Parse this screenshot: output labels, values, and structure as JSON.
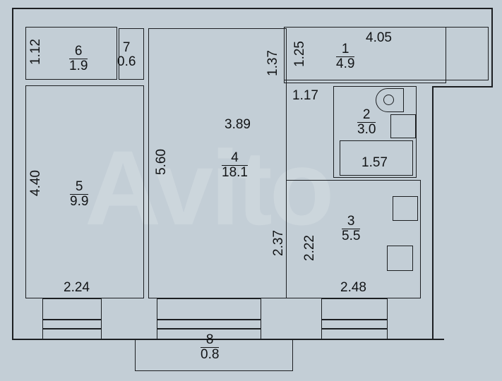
{
  "plan": {
    "watermark": "Avito",
    "rooms": [
      {
        "id": "1",
        "area": "4.9"
      },
      {
        "id": "2",
        "area": "3.0"
      },
      {
        "id": "3",
        "area": "5.5"
      },
      {
        "id": "4",
        "area": "18.1"
      },
      {
        "id": "5",
        "area": "9.9"
      },
      {
        "id": "6",
        "area": "1.9"
      },
      {
        "id": "7",
        "area": "0.6"
      },
      {
        "id": "8",
        "area": "0.8"
      }
    ],
    "dimensions": {
      "room6_height": "1.12",
      "room5_height": "4.40",
      "room5_width": "2.24",
      "room4_height": "5.60",
      "room4_width": "3.89",
      "hall_gap": "1.37",
      "room1_height": "1.25",
      "room1_width": "4.05",
      "hall_width": "1.17",
      "bath_length": "1.57",
      "room4_right": "2.37",
      "room3_height": "2.22",
      "room3_width": "2.48"
    },
    "fixtures": [
      "toilet",
      "sink-bathroom",
      "sink-kitchen",
      "stove"
    ]
  }
}
